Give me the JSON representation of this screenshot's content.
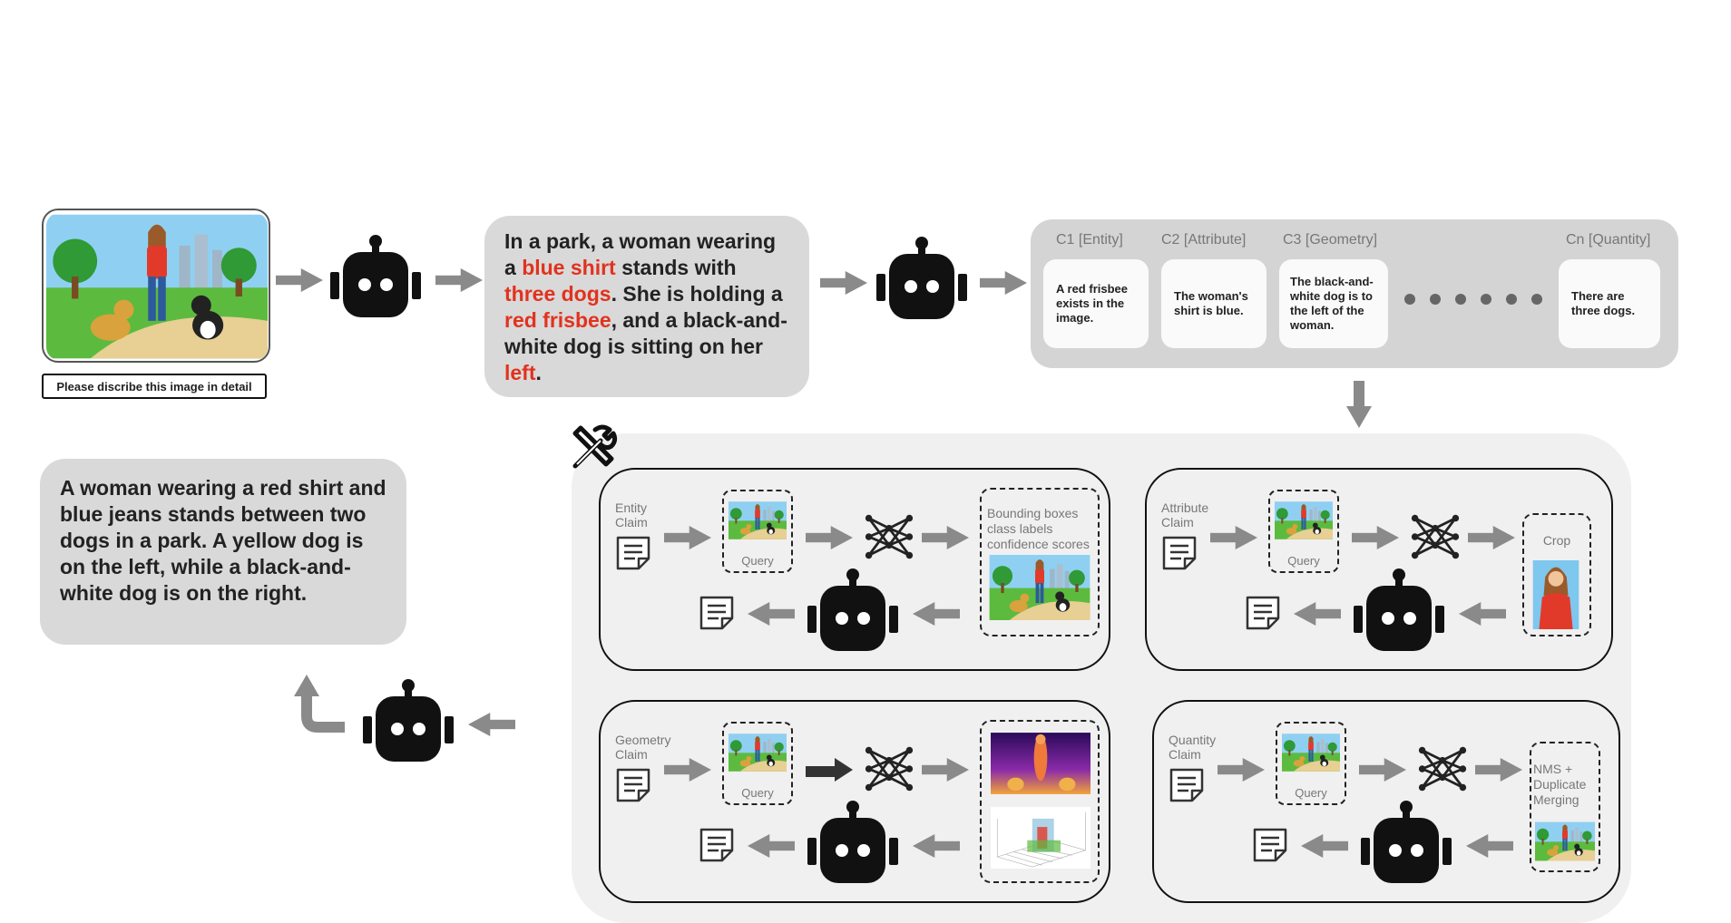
{
  "input": {
    "prompt": "Please discribe this image in detail"
  },
  "caption": {
    "segments": [
      {
        "text": "In a park, a woman wearing a ",
        "highlight": false
      },
      {
        "text": "blue shirt",
        "highlight": true
      },
      {
        "text": " stands with ",
        "highlight": false
      },
      {
        "text": "three dogs",
        "highlight": true
      },
      {
        "text": ". She is holding a ",
        "highlight": false
      },
      {
        "text": "red frisbee",
        "highlight": true
      },
      {
        "text": ", and a black-and-white dog is sitting on her ",
        "highlight": false
      },
      {
        "text": "left",
        "highlight": true
      },
      {
        "text": ".",
        "highlight": false
      }
    ]
  },
  "claims": [
    {
      "title": "C1 [Entity]",
      "text": "A red frisbee exists in the image."
    },
    {
      "title": "C2 [Attribute]",
      "text": "The woman's shirt is blue."
    },
    {
      "title": "C3 [Geometry]",
      "text": "The black-and-white dog is to the left of the woman."
    },
    {
      "title": "Cn [Quantity]",
      "text": "There are three dogs."
    }
  ],
  "verifiers": {
    "entity": {
      "label": "Entity Claim",
      "query": "Query",
      "output": "Bounding boxes class labels confidence scores"
    },
    "attribute": {
      "label": "Attribute Claim",
      "query": "Query",
      "output": "Crop"
    },
    "geometry": {
      "label": "Geometry Claim",
      "query": "Query",
      "output": ""
    },
    "quantity": {
      "label": "Quantity Claim",
      "query": "Query",
      "output": "NMS + Duplicate Merging"
    }
  },
  "corrected": {
    "text": "A woman wearing a red shirt and blue jeans stands between two dogs in a park. A yellow dog is on the left, while a black-and-white dog is on the right."
  },
  "colors": {
    "highlight": "#e2321e",
    "bubble": "#d9d9d9",
    "claims_bg": "#d4d4d4",
    "panel_bg": "#f0f0f0",
    "arrow": "#8a8a8a"
  }
}
